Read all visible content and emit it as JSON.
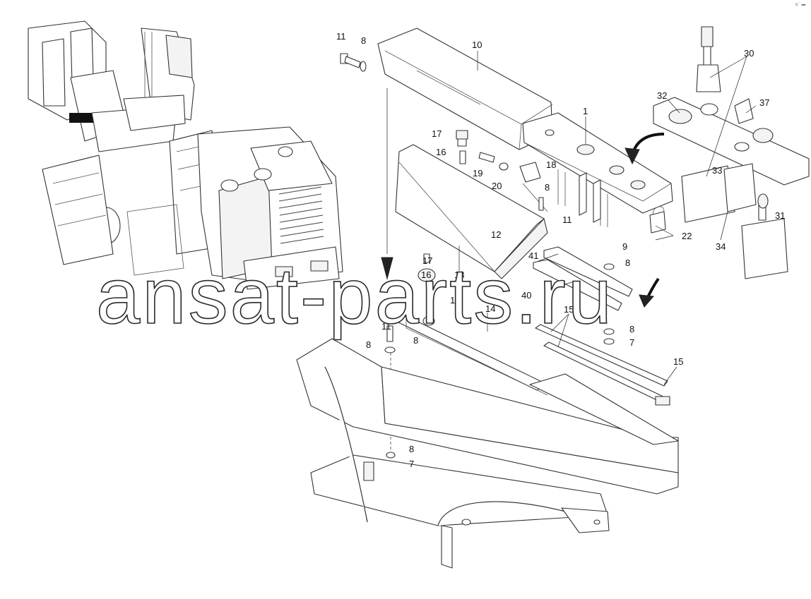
{
  "watermark": "ansat-parts.ru",
  "corner_mark": "ˢ˙ ━",
  "callouts": {
    "c11a": "11",
    "c8a": "8",
    "c10": "10",
    "c30": "30",
    "c32": "32",
    "c37": "37",
    "c1": "1",
    "c17a": "17",
    "c16a": "16",
    "c19": "19",
    "c20": "20",
    "c18": "18",
    "c8b": "8",
    "c11b": "11",
    "c12a": "12",
    "c33": "33",
    "c31": "31",
    "c22": "22",
    "c34": "34",
    "c9": "9",
    "c8c": "8",
    "c17b": "17",
    "c16b": "16",
    "c13": "13",
    "c41": "41",
    "c40": "40",
    "c12b": "12",
    "c14": "14",
    "c15a": "15",
    "c11c": "11",
    "c8d": "8",
    "c8e": "8",
    "c8f": "8",
    "c7a": "7",
    "c15b": "15",
    "c8g": "8",
    "c7b": "7"
  }
}
